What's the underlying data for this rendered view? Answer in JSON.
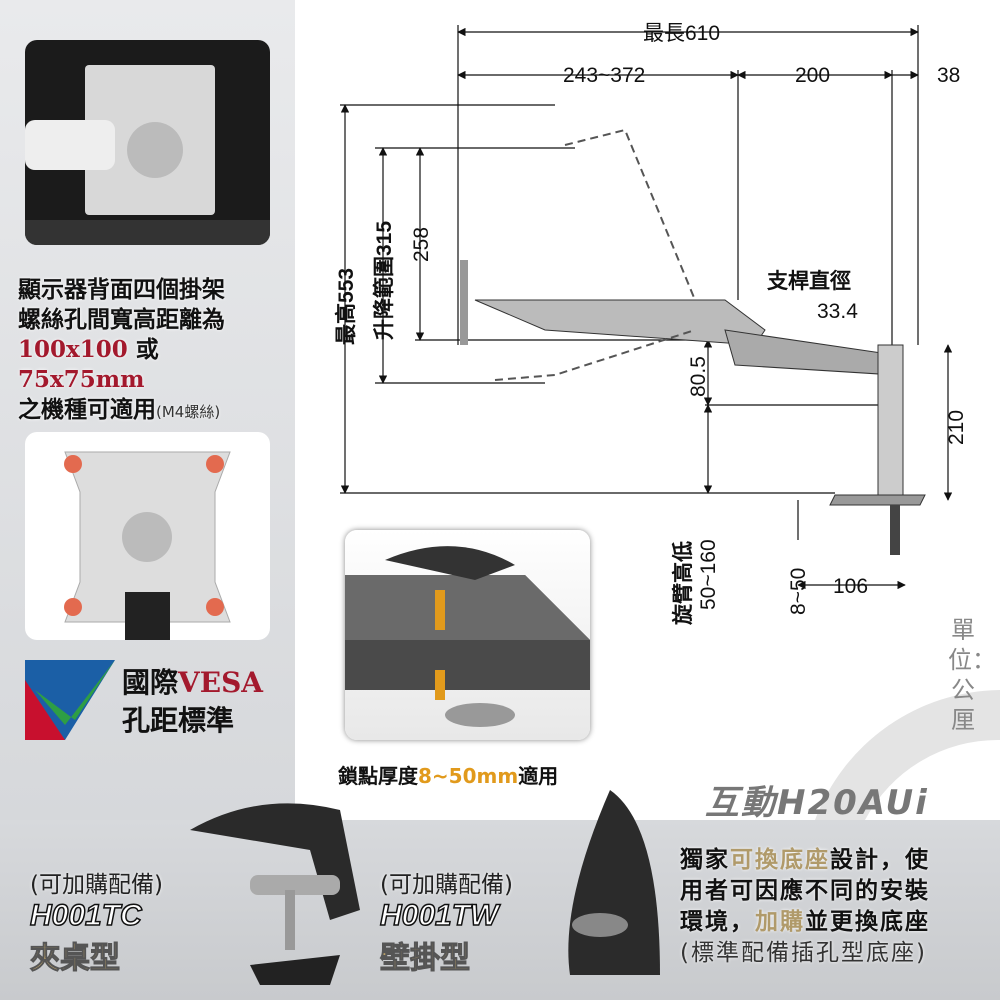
{
  "left": {
    "description_lines": [
      "顯示器背面四個掛架",
      "螺絲孔間寬高距離為"
    ],
    "vesa_size_a": "100x100",
    "vesa_or": "或",
    "vesa_size_b": "75x75mm",
    "description_end": "之機種可適用",
    "screw_note": "(M4螺絲)",
    "vesa_logo": {
      "line1_prefix": "國際",
      "line1_brand": "VESA",
      "line2": "孔距標準"
    }
  },
  "dimensions": {
    "max_length": "最長610",
    "arm_range": "243~372",
    "segment_200": "200",
    "segment_38": "38",
    "max_height": "最高553",
    "lift_range": "升降範圍315",
    "lift_258": "258",
    "offset_80_5": "80.5",
    "swing_height_label": "旋臂高低",
    "swing_height": "50~160",
    "pole_diameter_label": "支桿直徑",
    "pole_diameter": "33.4",
    "pole_height": "210",
    "clamp_thickness": "8~50",
    "base_width": "106"
  },
  "unit_label": "單位：公厘",
  "brand": "互動H20AUi",
  "clamp_insert": {
    "caption_prefix": "鎖點厚度",
    "caption_range": "8~50mm",
    "caption_suffix": "適用"
  },
  "accessories": [
    {
      "note": "(可加購配備)",
      "model": "H001TC",
      "type": "夾桌型"
    },
    {
      "note": "(可加購配備)",
      "model": "H001TW",
      "type": "壁掛型"
    }
  ],
  "feature": {
    "p1": "獨家",
    "h1": "可換底座",
    "p2": "設計，使",
    "line2": "用者可因應不同的安裝",
    "p3": "環境，",
    "h2": "加購",
    "p4": "並更換底座",
    "note": "(標準配備插孔型底座)"
  },
  "colors": {
    "accent_red": "#a3192d",
    "accent_gold": "#c9ab6a",
    "accent_orange": "#e19a1c"
  }
}
